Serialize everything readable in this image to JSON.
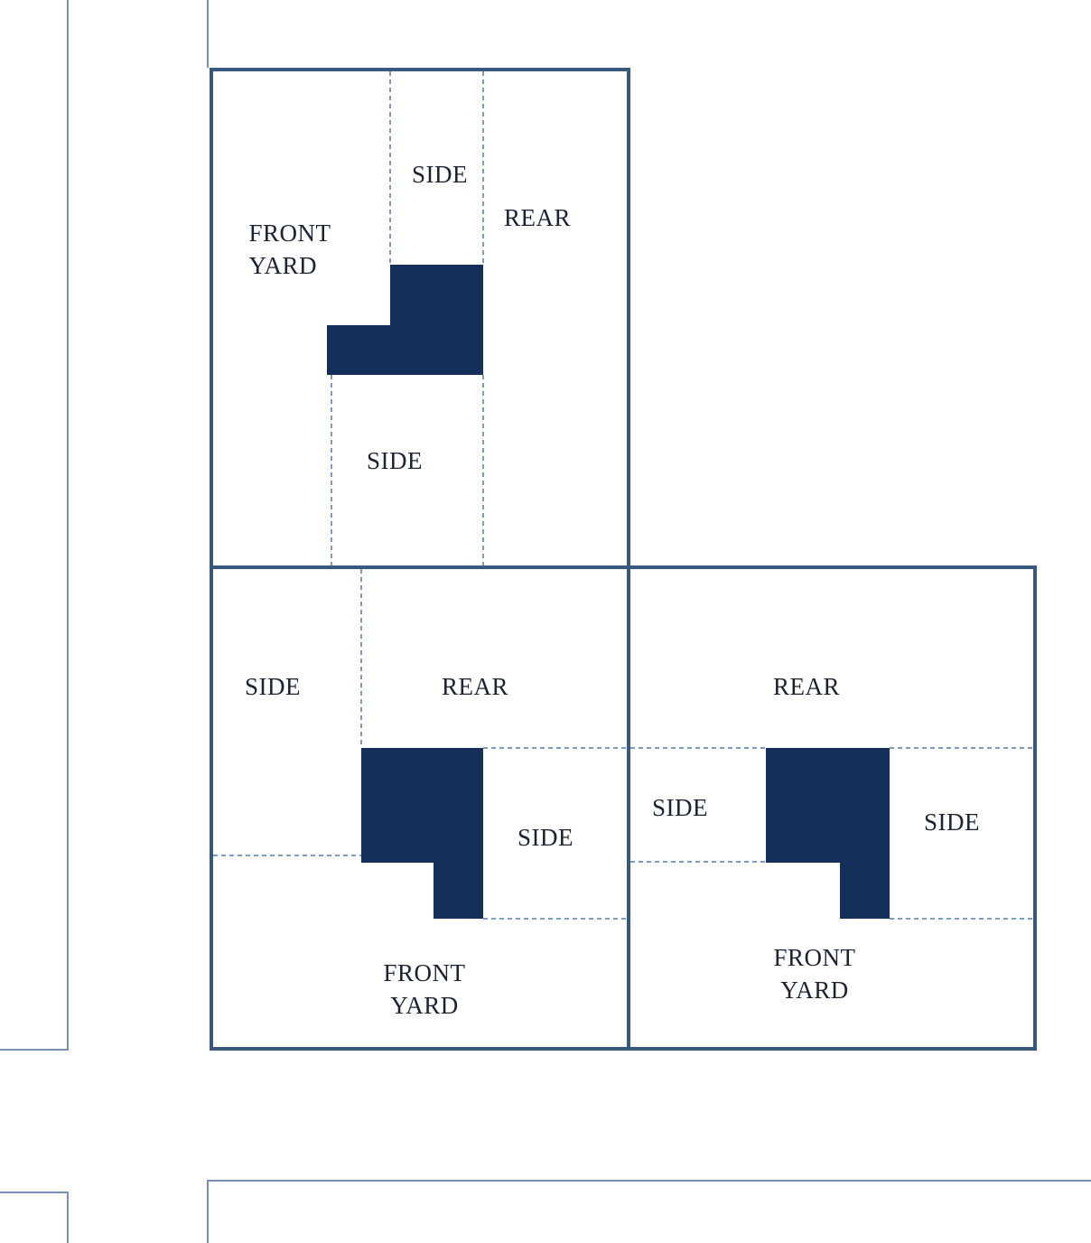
{
  "colors": {
    "lot_border": "#38587e",
    "building": "#14305a",
    "dashed_line": "#7d9cc4",
    "street_line": "#7590ba",
    "text": "#1a2233"
  },
  "lot_top": {
    "front_yard": "FRONT\nYARD",
    "side_upper": "SIDE",
    "rear": "REAR",
    "side_lower": "SIDE"
  },
  "lot_bottom_left": {
    "side_left": "SIDE",
    "rear": "REAR",
    "side_right": "SIDE",
    "front_yard": "FRONT\nYARD"
  },
  "lot_bottom_right": {
    "rear": "REAR",
    "side_left": "SIDE",
    "side_right": "SIDE",
    "front_yard": "FRONT\nYARD"
  }
}
